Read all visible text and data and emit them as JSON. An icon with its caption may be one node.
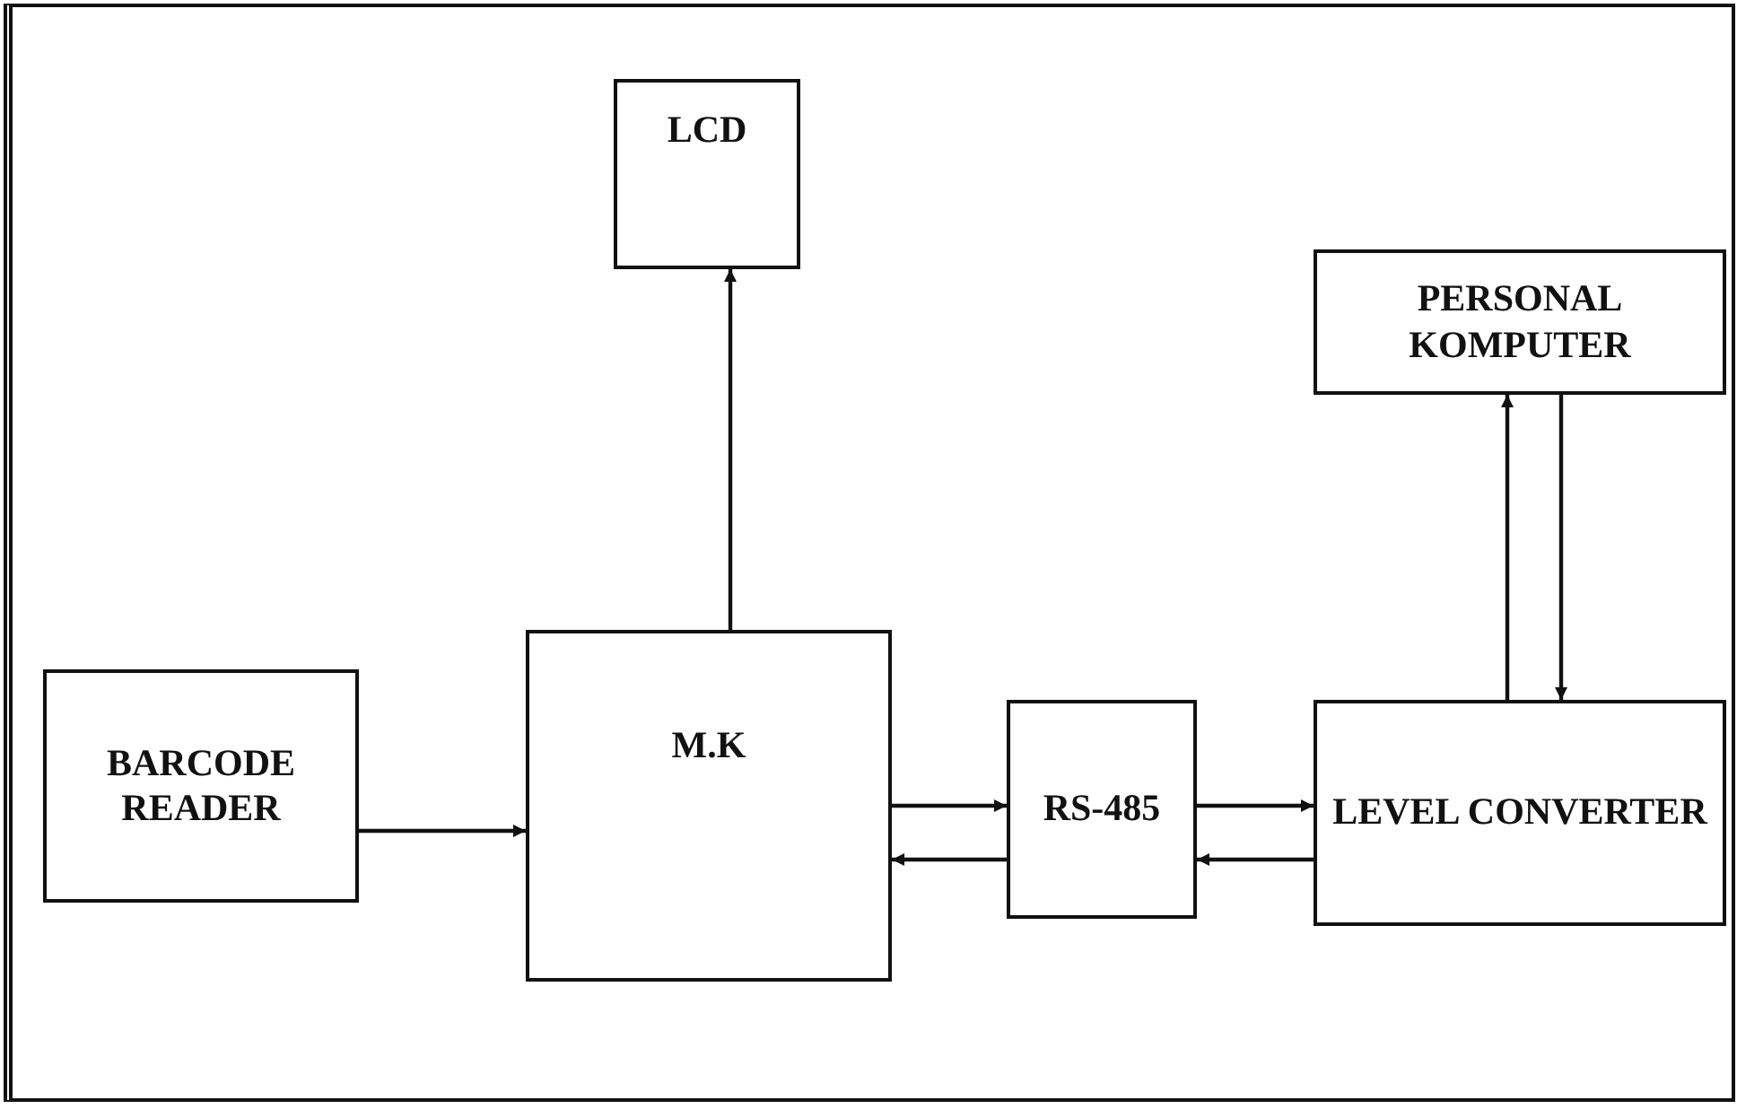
{
  "diagram": {
    "nodes": [
      {
        "text": [
          "LCD"
        ]
      },
      {
        "text": [
          "PERSONAL KOMPUTER"
        ]
      },
      {
        "text": [
          "BARCODE READER"
        ]
      },
      {
        "text": [
          "M.K"
        ]
      },
      {
        "text": [
          "RS-485"
        ]
      },
      {
        "text": [
          "LEVEL CONVERTER"
        ]
      }
    ],
    "edges": [
      {
        "from": 2,
        "to": 3,
        "arrow": "to"
      },
      {
        "from": 3,
        "to": 0,
        "arrow": "to"
      },
      {
        "from": 3,
        "to": 4,
        "arrow": "to"
      },
      {
        "from": 4,
        "to": 3,
        "arrow": "to"
      },
      {
        "from": 4,
        "to": 5,
        "arrow": "to"
      },
      {
        "from": 5,
        "to": 4,
        "arrow": "to"
      },
      {
        "from": 5,
        "to": 1,
        "arrow": "to"
      },
      {
        "from": 1,
        "to": 5,
        "arrow": "to"
      }
    ]
  }
}
